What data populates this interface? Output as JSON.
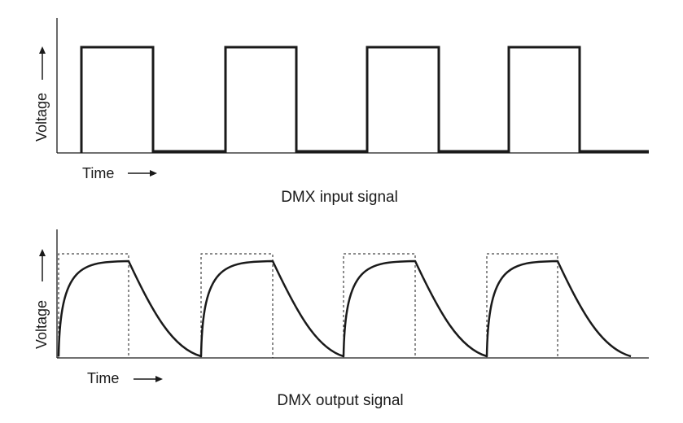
{
  "input_panel": {
    "caption": "DMX input signal",
    "ylabel": "Voltage",
    "xlabel": "Time",
    "pulse_count": 4
  },
  "output_panel": {
    "caption": "DMX output signal",
    "ylabel": "Voltage",
    "xlabel": "Time",
    "pulse_count": 4
  },
  "colors": {
    "signal": "#1a1a1a",
    "reference_dashed": "#1a1a1a"
  }
}
